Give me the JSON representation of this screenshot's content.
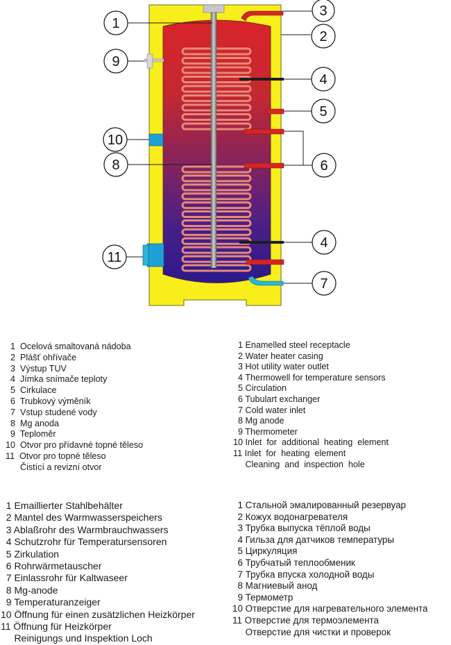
{
  "colors": {
    "casing": "#f7ee1c",
    "tank_top": "#d8242a",
    "tank_bottom": "#2b1a8c",
    "pipe_red": "#d42626",
    "pipe_cyan": "#2ab6d8",
    "coil": "#e88a7a"
  },
  "callouts": {
    "c1": "1",
    "c2": "2",
    "c3": "3",
    "c4a": "4",
    "c4b": "4",
    "c5": "5",
    "c6": "6",
    "c7": "7",
    "c8": "8",
    "c9": "9",
    "c10": "10",
    "c11": "11"
  },
  "legend_cs": [
    "  1  Ocelová smaltovaná nádoba",
    "  2  Plášť ohřívače",
    "  3  Výstup TUV",
    "  4  Jímka snímače teploty",
    "  5  Cirkulace",
    "  6  Trubkový výměník",
    "  7  Vstup studené vody",
    "  8  Mg anoda",
    "  9  Teploměr",
    "10  Otvor pro přídavné topné těleso",
    "11  Otvor pro topné těleso",
    "      Čistící a revizní otvor"
  ],
  "legend_en": [
    "  1 Enamelled steel receptacle",
    "  2 Water heater casing",
    "  3 Hot utility water outlet",
    "  4 Thermowell for temperature sensors",
    "  5 Circulation",
    "  6 Tubulart exchanger",
    "  7 Cold water inlet",
    "  8 Mg anode",
    "  9 Thermometer",
    "10 Inlet  for  additional  heating  element",
    "11 Inlet  for  heating  element",
    "     Cleaning  and  inspection  hole"
  ],
  "legend_de": [
    "  1 Emaillierter Stahlbehälter",
    "  2 Mantel des Warmwasserspeichers",
    "  3 Ablaßrohr des Warmbrauchwassers",
    "  4 Schutzrohr für Temperatursensoren",
    "  5 Zirkulation",
    "  6 Rohrwärmetauscher",
    "  7 Einlassrohr für Kaltwaseer",
    "  8 Mg-anode",
    "  9 Temperaturanzeiger",
    "10 Öffnung für einen zusätzlichen Heizkörper",
    "11 Öffnung für Heizkörper",
    "     Reinigungs und Inspektion Loch"
  ],
  "legend_ru": [
    "  1 Стальной эмалированный резервуар",
    "  2 Кожух водонагревателя",
    "  3 Трубка выпуска тёплой воды",
    "  4 Гильза для датчиков температуры",
    "  5 Циркуляция",
    "  6 Трубчатый теплообменик",
    "  7 Трубка впуска холодной воды",
    "  8 Магниевый анод",
    "  9 Термометр",
    "10 Отверстие для нагревательного элемента",
    "11 Отверстие для термоэлемента",
    "     Отверстие для чистки и проверок"
  ]
}
